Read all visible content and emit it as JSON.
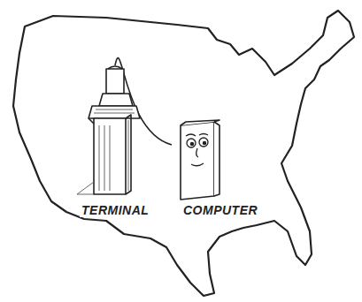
{
  "diagram": {
    "nodes": [
      {
        "text": [
          "TERMINAL"
        ]
      },
      {
        "text": [
          "COMPUTER"
        ]
      }
    ],
    "edges": [
      {
        "from": 0,
        "to": 1,
        "arrow": "none"
      }
    ]
  }
}
